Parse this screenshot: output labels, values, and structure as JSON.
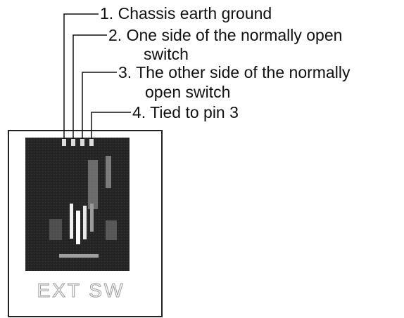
{
  "callouts": [
    {
      "number": "1.",
      "text": "Chassis earth ground",
      "continuation": ""
    },
    {
      "number": "2.",
      "text": "One side of the normally open",
      "continuation": "switch"
    },
    {
      "number": "3.",
      "text": "The other side of the normally",
      "continuation": "open switch"
    },
    {
      "number": "4.",
      "text": "Tied to pin 3",
      "continuation": ""
    }
  ],
  "module": {
    "label": "EXT SW",
    "frame_color": "#222222",
    "jack_color": "#262626",
    "line_color": "#111111"
  }
}
